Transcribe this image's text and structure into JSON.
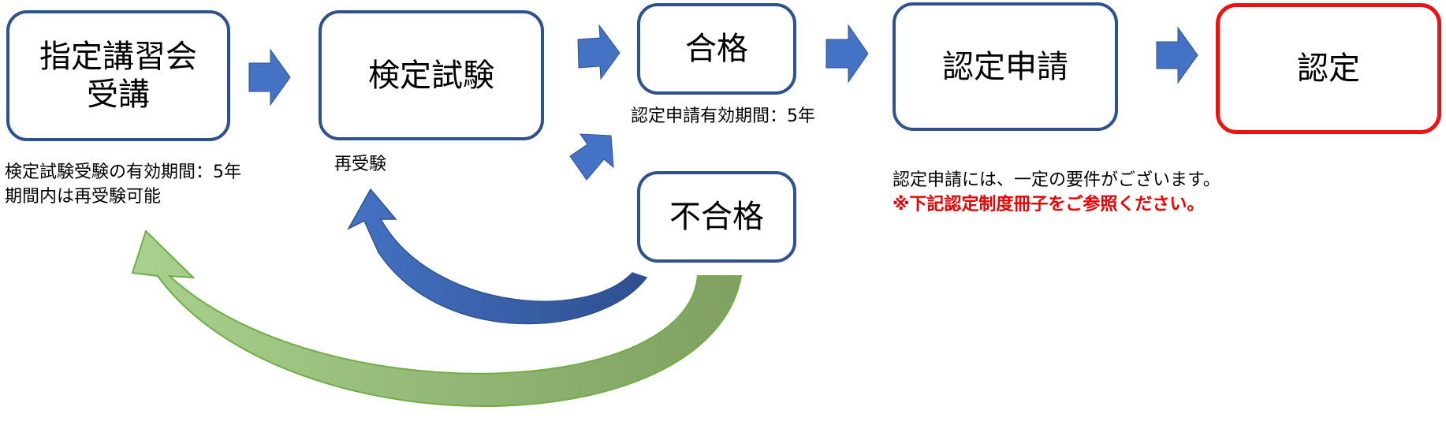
{
  "flow": {
    "step1": {
      "line1": "指定講習会",
      "line2": "受講"
    },
    "step2": "検定試験",
    "pass": "合格",
    "fail": "不合格",
    "apply": "認定申請",
    "certified": "認定"
  },
  "notes": {
    "exam_validity_1": "検定試験受験の有効期間：5年",
    "exam_validity_2": "期間内は再受験可能",
    "retake": "再受験",
    "apply_validity": "認定申請有効期間：5年",
    "apply_req_1": "認定申請には、一定の要件がございます。",
    "apply_req_2": "※下記認定制度冊子をご参照ください。"
  },
  "colors": {
    "box_border": "#2f528f",
    "certified_border": "#ee1111",
    "arrow_blue": "#4472c4",
    "retake_arrow": "#2f52a0",
    "green_arrow": "#a9d18e",
    "note_red": "#ee0000"
  }
}
